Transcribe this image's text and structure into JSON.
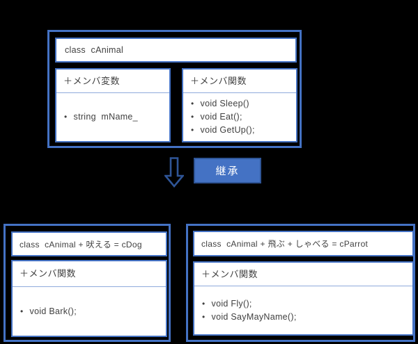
{
  "diagram": {
    "base_class": {
      "title": "class  cAnimal",
      "variables_section": {
        "title": "＋メンバ変数",
        "items": [
          "string  mName_"
        ]
      },
      "functions_section": {
        "title": "＋メンバ関数",
        "items": [
          "void Sleep()",
          "void Eat();",
          "void GetUp();"
        ]
      }
    },
    "inheritance_label": "継承",
    "derived_classes": [
      {
        "title": "class  cAnimal + 吠える = cDog",
        "functions_section": {
          "title": "＋メンバ関数",
          "items": [
            "void Bark();"
          ]
        }
      },
      {
        "title": "class  cAnimal + 飛ぶ + しゃべる = cParrot",
        "functions_section": {
          "title": "＋メンバ関数",
          "items": [
            "void Fly();",
            "void SayMayName();"
          ]
        }
      }
    ],
    "bullet_glyph": "•",
    "colors": {
      "background": "#000000",
      "box_border": "#4472C4",
      "box_fill": "#FFFFFF",
      "separator": "#8FAADC",
      "text": "#404040",
      "badge_fill": "#4472C4",
      "badge_border": "#2F5597",
      "badge_text": "#FFFFFF",
      "arrow_stroke": "#2F5597"
    }
  }
}
